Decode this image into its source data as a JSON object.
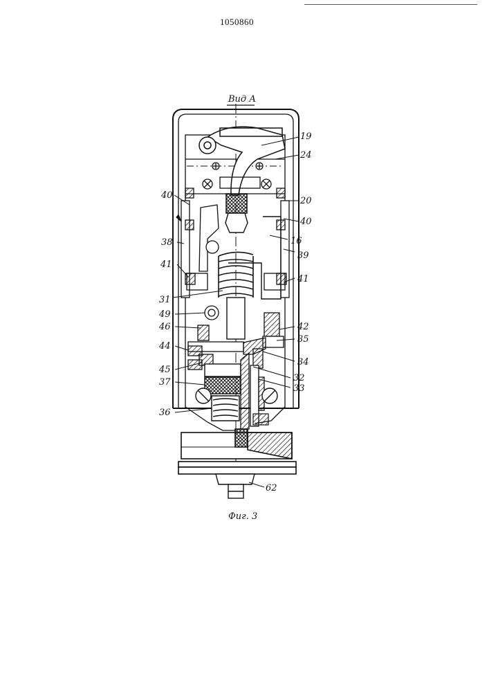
{
  "header": {
    "patent_number": "1050860"
  },
  "figure": {
    "view_title": "Вид А",
    "caption": "Фиг. 3",
    "labels": {
      "l19": "19",
      "l24": "24",
      "l40a": "40",
      "l20": "20",
      "l40b": "40",
      "l38": "38",
      "l16": "16",
      "l39": "39",
      "l41a": "41",
      "l41b": "41",
      "l31": "31",
      "l49": "49",
      "l46": "46",
      "l42": "42",
      "l35": "35",
      "l44": "44",
      "l34": "34",
      "l45": "45",
      "l32": "32",
      "l37": "37",
      "l33": "33",
      "l36": "36",
      "l62": "62"
    }
  }
}
